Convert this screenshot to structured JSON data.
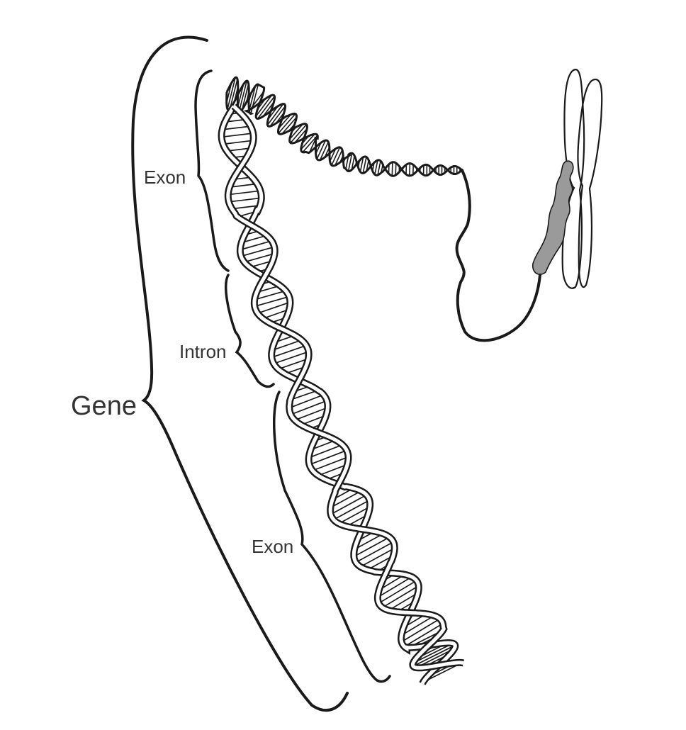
{
  "labels": {
    "gene": "Gene",
    "exon_top": "Exon",
    "intron": "Intron",
    "exon_bottom": "Exon"
  },
  "colors": {
    "ink": "#1a1a1a",
    "label": "#333333",
    "background": "#ffffff"
  }
}
